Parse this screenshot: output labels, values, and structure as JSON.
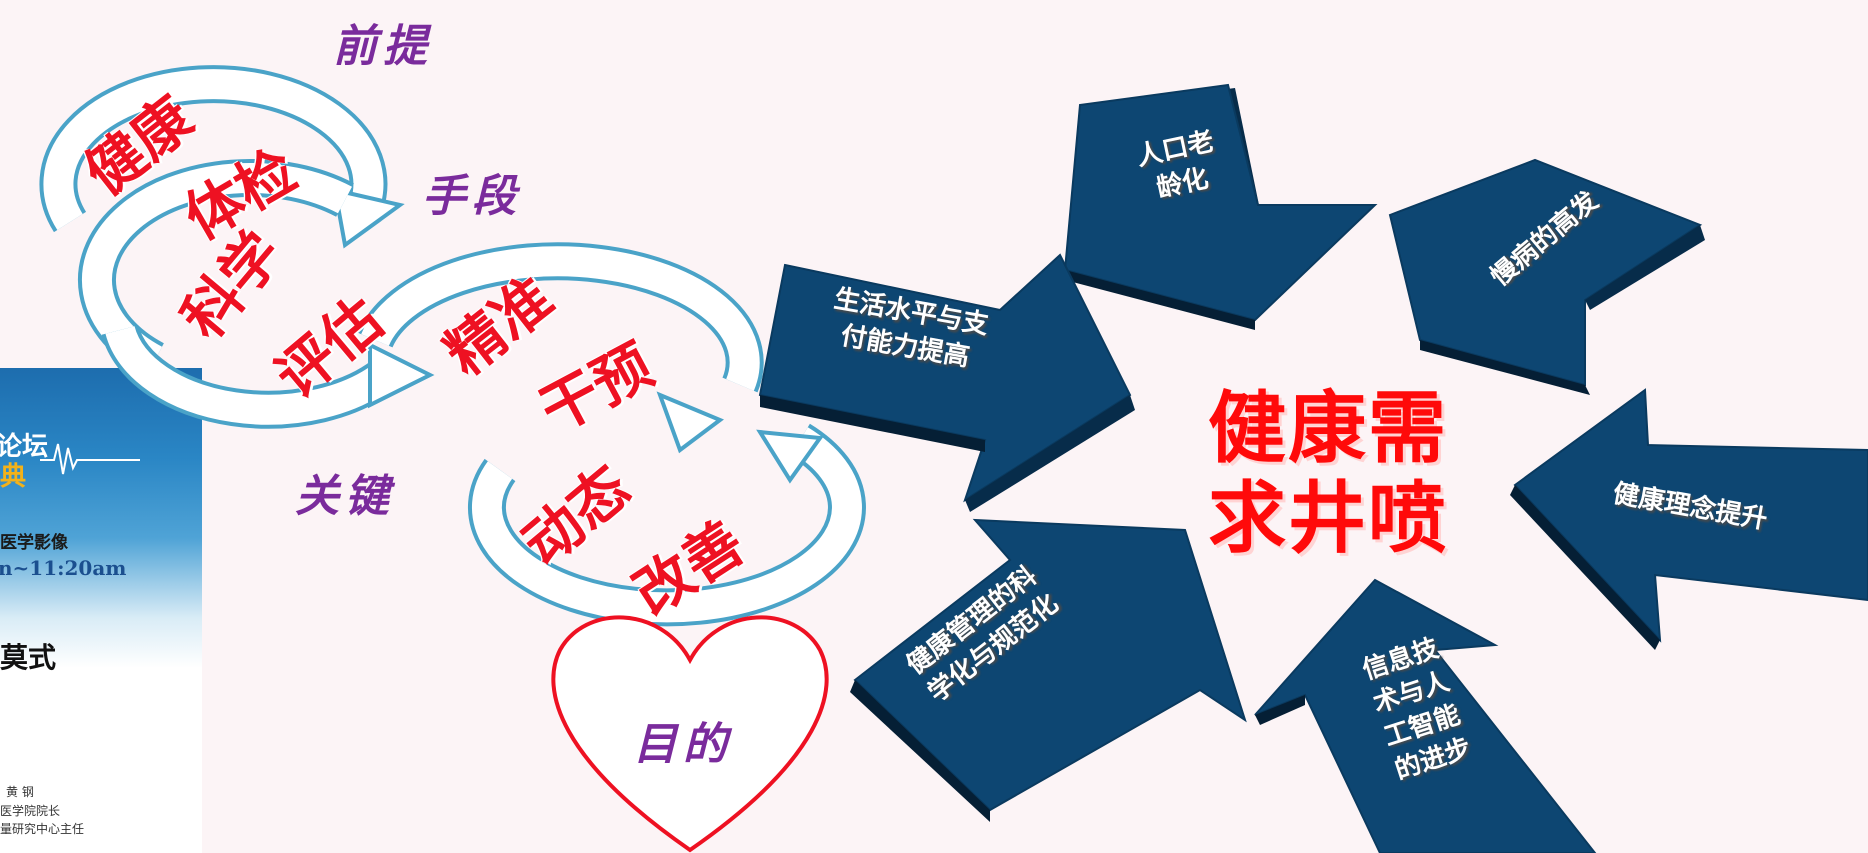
{
  "poster": {
    "forum": "论坛",
    "ceremony": "典",
    "topic": "医学影像",
    "time": "n~11:20am",
    "mode": "莫式",
    "speaker_name": "黄 钢",
    "speaker_title1": "医学院院长",
    "speaker_title2": "量研究中心主任"
  },
  "labels": {
    "premise": "前提",
    "means": "手段",
    "key": "关键",
    "goal": "目的"
  },
  "rings": {
    "r1_top": "健康",
    "r1_bottom": "体检",
    "r2_top": "科学",
    "r2_bottom": "评估",
    "r3_top": "精准",
    "r3_bottom": "干预",
    "r4_top": "动态",
    "r4_bottom": "改善"
  },
  "arrows": {
    "aging_line1": "人口老",
    "aging_line2": "龄化",
    "chronic": "慢病的高发",
    "concept": "健康理念提升",
    "tech_line1": "信息技",
    "tech_line2": "术与人",
    "tech_line3": "工智能",
    "tech_line4": "的进步",
    "mgmt_line1": "健康管理的科",
    "mgmt_line2": "学化与规范化",
    "living_line1": "生活水平与支",
    "living_line2": "付能力提高"
  },
  "center": {
    "line1": "健康需",
    "line2": "求井喷"
  },
  "colors": {
    "arrow_face": "#0d4672",
    "arrow_side": "#072c4a",
    "ring": "#4aa3c8",
    "red": "#ee1122",
    "purple": "#7a2b9c"
  }
}
